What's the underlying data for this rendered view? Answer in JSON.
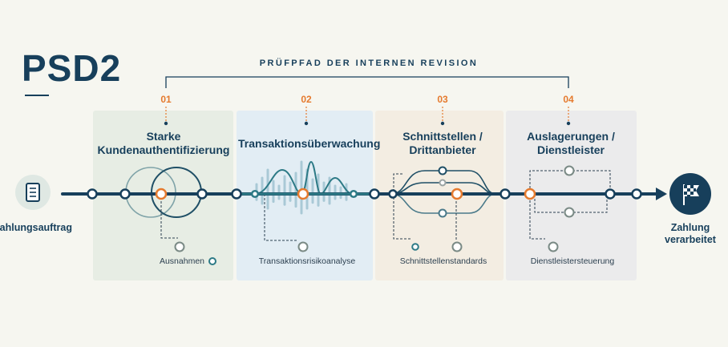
{
  "title": "PSD2",
  "audit_trail": "PRÜFPFAD DER INTERNEN REVISION",
  "start": {
    "label": "Zahlungsauftrag",
    "icon": "document-icon"
  },
  "end": {
    "label_line1": "Zahlung",
    "label_line2": "verarbeitet",
    "icon": "checkered-flag-icon"
  },
  "pillars": [
    {
      "number": "01",
      "title_line1": "Starke",
      "title_line2": "Kundenauthentifizierung",
      "sub": "Ausnahmen",
      "bg": "#e7ede4"
    },
    {
      "number": "02",
      "title_line1": "",
      "title_line2": "Transaktionsüberwachung",
      "sub": "Transaktionsrisikoanalyse",
      "bg": "#e2edf4"
    },
    {
      "number": "03",
      "title_line1": "Schnittstellen /",
      "title_line2": "Drittanbieter",
      "sub": "Schnittstellenstandards",
      "bg": "#f3ede2"
    },
    {
      "number": "04",
      "title_line1": "Auslagerungen /",
      "title_line2": "Dienstleister",
      "sub": "Dienstleistersteuerung",
      "bg": "#ebebec"
    }
  ],
  "colors": {
    "navy": "#173f5b",
    "teal": "#2d7a86",
    "orange": "#e57a2e"
  }
}
